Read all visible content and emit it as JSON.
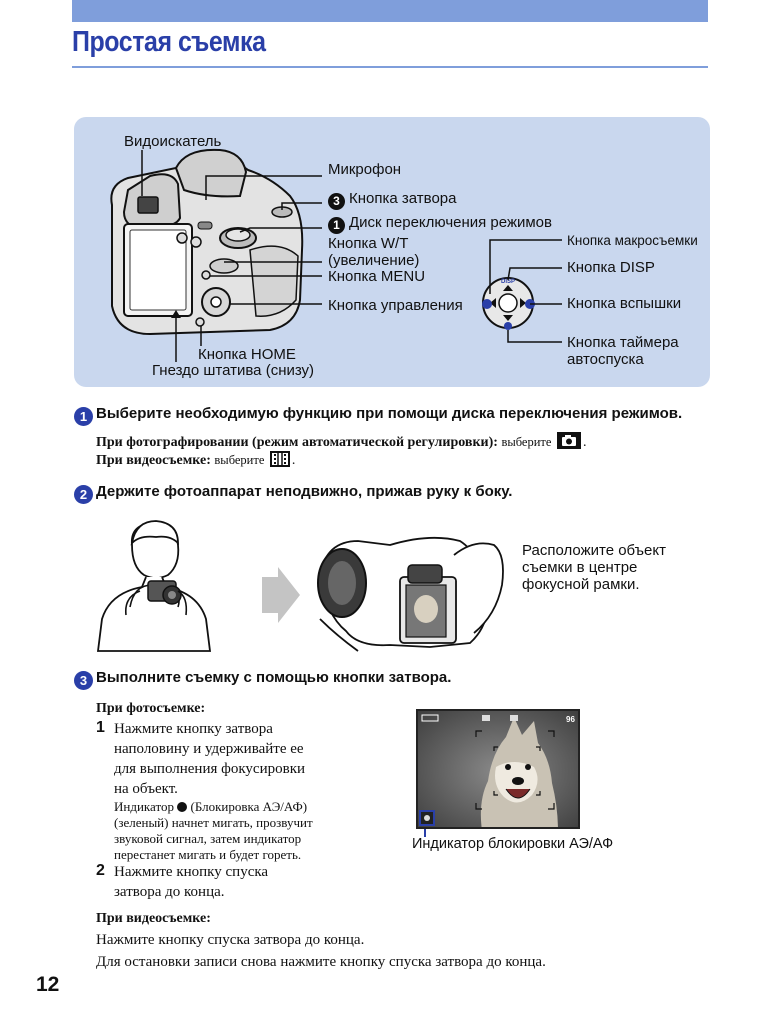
{
  "header": {
    "title": "Простая съемка"
  },
  "camera_diagram": {
    "viewfinder": "Видоискатель",
    "microphone": "Микрофон",
    "shutter_num": "3",
    "shutter": "Кнопка затвора",
    "mode_dial_num": "1",
    "mode_dial": "Диск переключения режимов",
    "wt_line1": "Кнопка W/T",
    "wt_line2": "(увеличение)",
    "menu": "Кнопка MENU",
    "control": "Кнопка управления",
    "home": "Кнопка HOME",
    "tripod": "Гнездо штатива (снизу)",
    "macro": "Кнопка макросъемки",
    "disp": "Кнопка DISP",
    "flash": "Кнопка вспышки",
    "timer_line1": "Кнопка таймера",
    "timer_line2": "автоспуска",
    "disp_mark": "DISP"
  },
  "step1": {
    "num": "1",
    "heading": "Выберите необходимую функцию при помощи диска переключения режимов.",
    "photo_bold": "При фотографировании (режим автоматической регулировки):",
    "photo_rest": "выберите",
    "video_bold": "При видеосъемке:",
    "video_rest": "выберите"
  },
  "step2": {
    "num": "2",
    "heading": "Держите фотоаппарат неподвижно, прижав руку к боку.",
    "caption_line1": "Расположите объект",
    "caption_line2": "съемки в центре",
    "caption_line3": "фокусной рамки."
  },
  "step3": {
    "num": "3",
    "heading": "Выполните съемку с помощью кнопки затвора.",
    "photo_title": "При фотосъемке:",
    "item1_num": "1",
    "item1_line1": "Нажмите кнопку затвора",
    "item1_line2": "наполовину и удерживайте ее",
    "item1_line3": "для выполнения фокусировки",
    "item1_line4": "на объект.",
    "note_line1_a": "Индикатор",
    "note_line1_b": "(Блокировка АЭ/АФ)",
    "note_line2": "(зеленый) начнет мигать, прозвучит",
    "note_line3": "звуковой сигнал, затем индикатор",
    "note_line4": "перестанет мигать и будет гореть.",
    "item2_num": "2",
    "item2_line1": "Нажмите кнопку спуска",
    "item2_line2": "затвора до конца.",
    "video_title": "При видеосъемке:",
    "video_line1": "Нажмите кнопку спуска затвора до конца.",
    "video_line2": "Для остановки записи снова нажмите кнопку спуска затвора до конца.",
    "lcd_count": "96",
    "ae_af_label": "Индикатор блокировки АЭ/АФ"
  },
  "footer": {
    "page_number": "12"
  }
}
